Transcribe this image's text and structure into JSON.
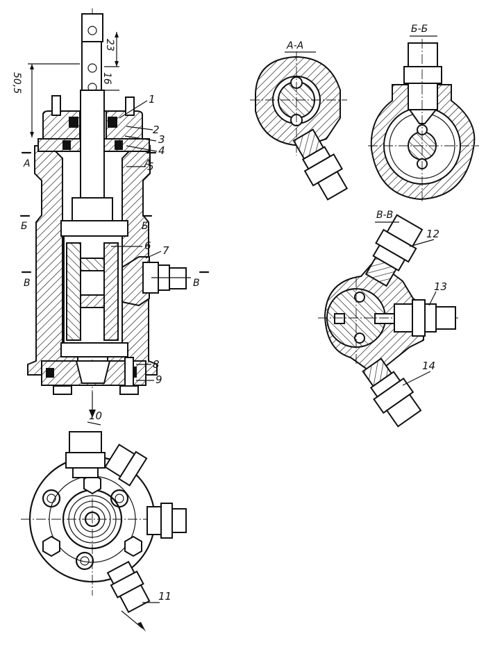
{
  "labels": {
    "p1": "1",
    "p2": "2",
    "p3": "3",
    "p4": "4",
    "p5": "5",
    "p6": "6",
    "p7": "7",
    "p8": "8",
    "p9": "9",
    "p10": "10",
    "p11": "11",
    "p12": "12",
    "p13": "13",
    "p14": "14"
  },
  "dimensions": {
    "d_23": "23",
    "d_16": "16",
    "d_50_5": "50,5"
  },
  "section_marks": {
    "a_left": "A",
    "a_right": "A",
    "b_left": "Б",
    "b_right": "Б",
    "v_left": "В",
    "v_right": "В"
  },
  "section_titles": {
    "aa": "А-А",
    "bb": "Б-Б",
    "vv": "В-В"
  }
}
